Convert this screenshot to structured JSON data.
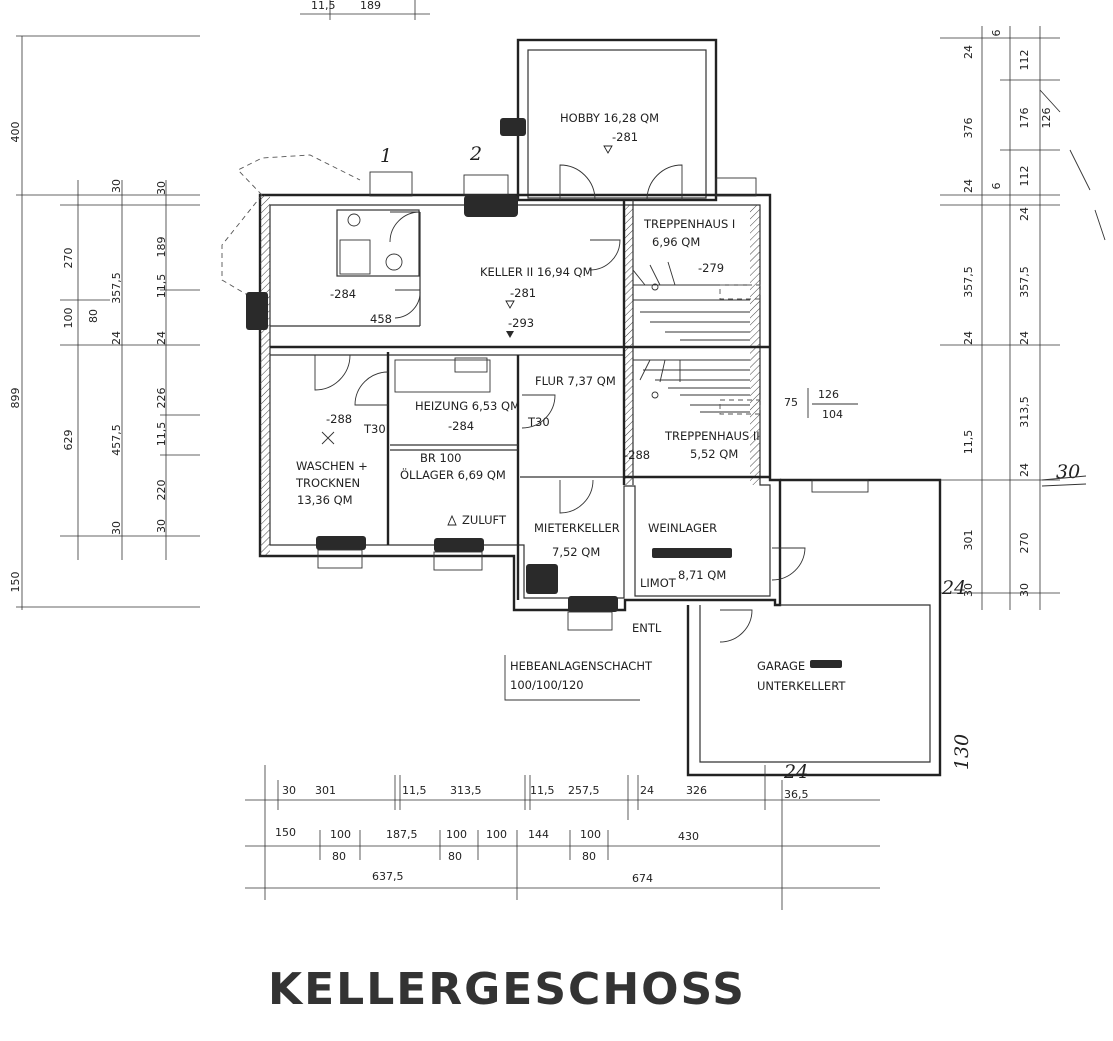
{
  "title": "KELLERGESCHOSS",
  "rooms": {
    "hobby": {
      "name": "HOBBY 16,28 QM",
      "level": "-281"
    },
    "keller2": {
      "name": "KELLER II 16,94 QM",
      "level1": "-281",
      "level2": "-293"
    },
    "treppenhaus1": {
      "name": "TREPPENHAUS I",
      "area": "6,96 QM",
      "level": "-279"
    },
    "treppenhaus2": {
      "name": "TREPPENHAUS II",
      "area": "5,52 QM"
    },
    "flur": {
      "name": "FLUR 7,37 QM",
      "level": "-288",
      "door": "T30"
    },
    "heizung": {
      "name": "HEIZUNG 6,53 QM",
      "level": "-284"
    },
    "oellager": {
      "name": "ÖLLAGER 6,69 QM",
      "br": "BR 100",
      "zuluft": "ZULUFT"
    },
    "waschen": {
      "line1": "WASCHEN +",
      "line2": "TROCKNEN",
      "line3": "13,36 QM",
      "level": "-288",
      "door": "T30"
    },
    "mieterkeller": {
      "name": "MIETERKELLER",
      "area": "7,52 QM"
    },
    "weinlager": {
      "name": "WEINLAGER",
      "area": "8,71 QM",
      "limot": "LIMOT",
      "entl": "ENTL"
    },
    "nebenraum": {
      "level": "-284",
      "width": "458"
    },
    "garage": {
      "line1": "GARAGE",
      "line2": "UNTERKELLERT"
    },
    "schacht": {
      "line1": "HEBEANLAGENSCHACHT",
      "line2": "100/100/120"
    }
  },
  "handwritten": {
    "one": "1",
    "two": "2",
    "frac_num": "126",
    "frac_den": "104",
    "frac_pre": "75",
    "right_30": "30",
    "right_24": "24",
    "bottom_24": "24",
    "bottom_130": "130"
  },
  "dims_left_outer": [
    "400",
    "899",
    "150"
  ],
  "dims_left_mid": [
    "270",
    "100",
    "629",
    "30",
    "24",
    "457,5",
    "30"
  ],
  "dims_left_inner": [
    "30",
    "357,5",
    "80",
    "24",
    "11,5",
    "226",
    "220",
    "30",
    "189",
    "11,5"
  ],
  "dims_right_a": [
    "24",
    "376",
    "24",
    "357,5",
    "24",
    "11,5",
    "301",
    "30"
  ],
  "dims_right_b": [
    "6",
    "112",
    "176",
    "126",
    "6",
    "112",
    "24",
    "357,5",
    "24",
    "313,5",
    "24",
    "270",
    "30"
  ],
  "dims_top": [
    "11,5",
    "189"
  ],
  "dims_bottom_row1": [
    "30",
    "301",
    "11,5",
    "313,5",
    "11,5",
    "257,5",
    "24",
    "326",
    "36,5"
  ],
  "dims_bottom_row2": [
    "150",
    "100",
    "80",
    "187,5",
    "100",
    "80",
    "100",
    "144",
    "100",
    "80",
    "430"
  ],
  "dims_bottom_row3": [
    "637,5",
    "674"
  ]
}
